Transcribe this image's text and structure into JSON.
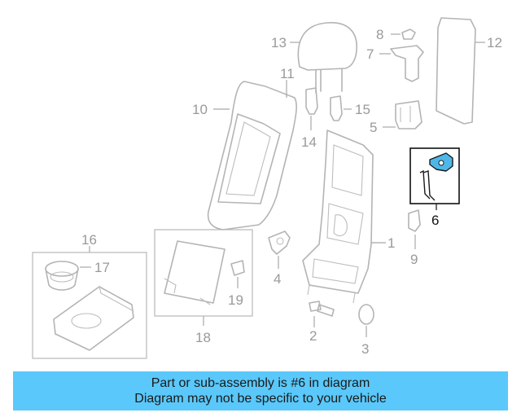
{
  "callouts": {
    "c1": "1",
    "c2": "2",
    "c3": "3",
    "c4": "4",
    "c5": "5",
    "c6": "6",
    "c7": "7",
    "c8": "8",
    "c9": "9",
    "c10": "10",
    "c11": "11",
    "c12": "12",
    "c13": "13",
    "c14": "14",
    "c15": "15",
    "c16": "16",
    "c17": "17",
    "c18": "18",
    "c19": "19"
  },
  "highlight": {
    "part_number": "6",
    "color": "#4db8e8"
  },
  "banner": {
    "line1": "Part or sub-assembly is #6 in diagram",
    "line2": "Diagram may not be specific to your vehicle",
    "background": "#5ac8fa"
  }
}
